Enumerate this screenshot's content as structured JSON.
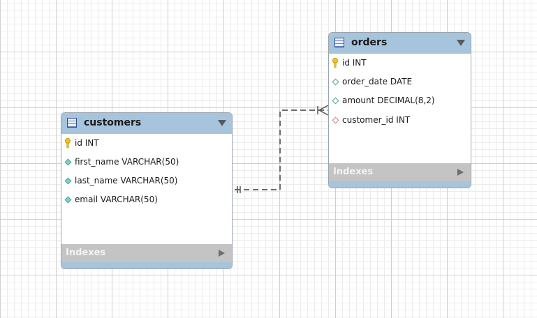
{
  "tables": {
    "customers": {
      "title": "customers",
      "columns": [
        {
          "text": "id INT",
          "kind": "primary-key"
        },
        {
          "text": "first_name VARCHAR(50)",
          "kind": "not-null"
        },
        {
          "text": "last_name VARCHAR(50)",
          "kind": "not-null"
        },
        {
          "text": "email VARCHAR(50)",
          "kind": "not-null"
        }
      ],
      "indexes_label": "Indexes"
    },
    "orders": {
      "title": "orders",
      "columns": [
        {
          "text": "id INT",
          "kind": "primary-key"
        },
        {
          "text": "order_date DATE",
          "kind": "nullable"
        },
        {
          "text": "amount DECIMAL(8,2)",
          "kind": "nullable"
        },
        {
          "text": "customer_id INT",
          "kind": "foreign-key"
        }
      ],
      "indexes_label": "Indexes"
    }
  },
  "relationship": {
    "from": "customers.id",
    "to": "orders.customer_id",
    "type": "one-to-many",
    "line_style": "dashed"
  },
  "colors": {
    "header": "#a7c4dd",
    "indexes_bar": "#c4c4c4",
    "key_icon": "#f2c31b",
    "not_null_diamond": "#7fd1cc",
    "foreign_key_diamond": "#c97f7f",
    "connector": "#6b6b6b"
  }
}
